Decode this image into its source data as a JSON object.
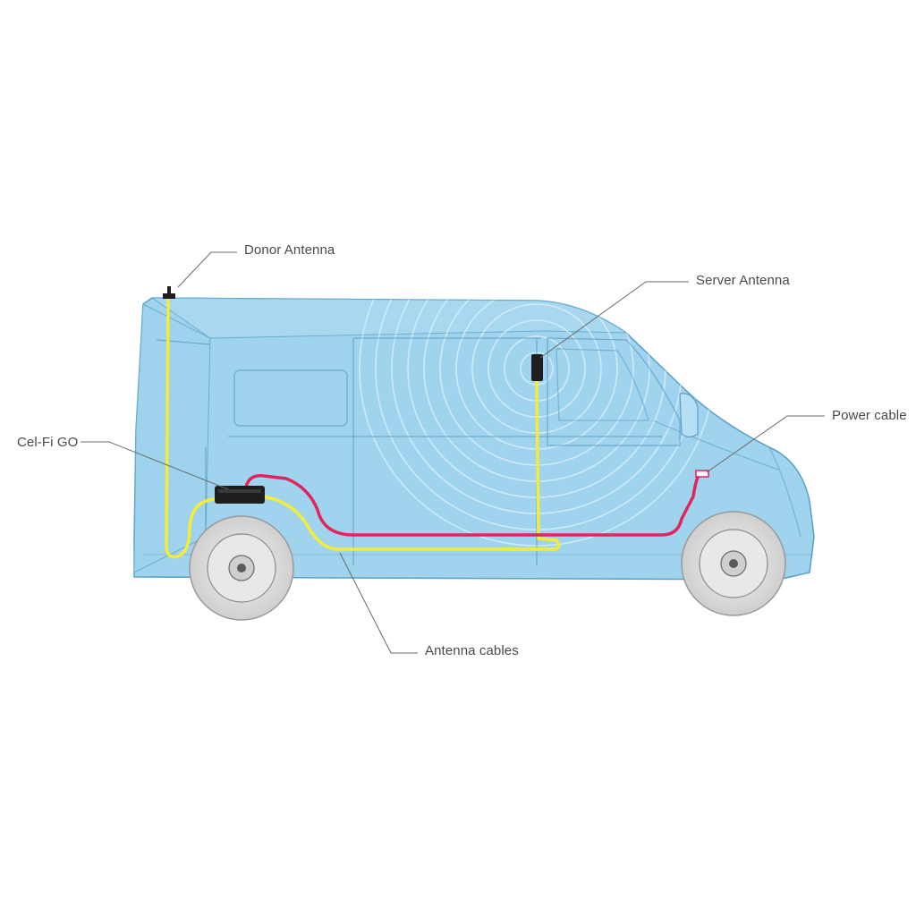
{
  "callouts": {
    "donor_antenna": "Donor Antenna",
    "server_antenna": "Server Antenna",
    "cel_fi_go": "Cel-Fi GO",
    "power_cable": "Power cable",
    "antenna_cables": "Antenna cables"
  },
  "colors": {
    "van_body": "#8fcbea",
    "van_outline": "#5a9fc6",
    "antenna_cable": "#f5ec3a",
    "power_cable": "#e0245e",
    "device": "#1e1e1e",
    "leader_line": "#6a6a6a",
    "wheel": "#d7d7d7"
  }
}
